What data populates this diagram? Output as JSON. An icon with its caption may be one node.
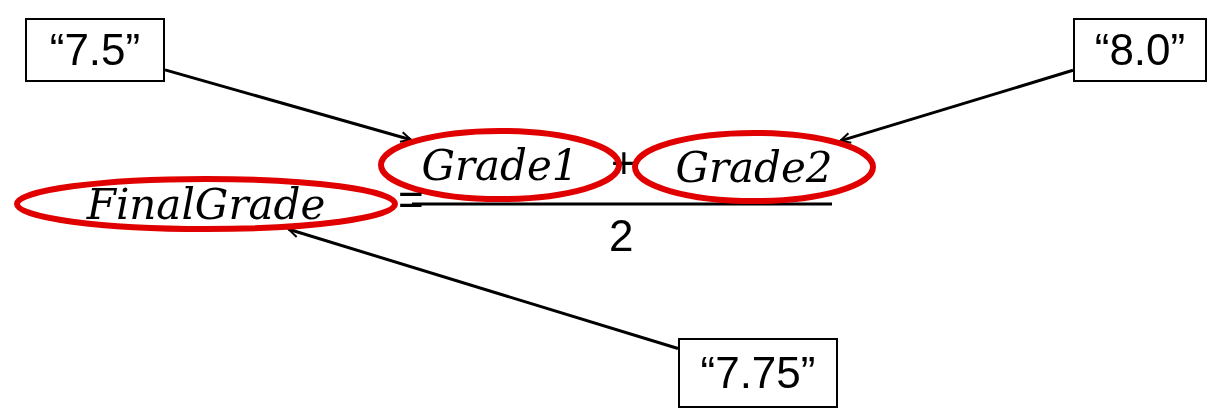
{
  "diagram": {
    "nodes": [
      {
        "text": [
          "“7.5”"
        ]
      },
      {
        "text": [
          "“8.0”"
        ]
      },
      {
        "text": [
          "Grade1"
        ]
      },
      {
        "text": [
          "Grade2"
        ]
      },
      {
        "text": [
          "FinalGrade"
        ]
      },
      {
        "text": [
          "“7.75”"
        ]
      }
    ],
    "edges": [
      {
        "from": 0,
        "to": 2,
        "arrow": "to"
      },
      {
        "from": 1,
        "to": 3,
        "arrow": "to"
      },
      {
        "from": 5,
        "to": 4,
        "arrow": "to"
      }
    ],
    "labels": [
      "=",
      "+",
      "2"
    ]
  }
}
